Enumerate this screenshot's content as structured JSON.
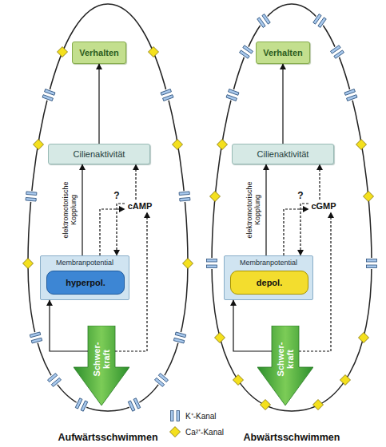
{
  "diagram": {
    "nodes": [
      {
        "text": [
          "Verhalten"
        ]
      },
      {
        "text": [
          "Cilienaktivität"
        ]
      },
      {
        "text": [
          "cAMP"
        ]
      },
      {
        "text": [
          "Membranpotential"
        ]
      },
      {
        "text": [
          "hyperpol."
        ],
        "in": 3
      },
      {
        "text": [
          "Schwer- kraft"
        ]
      },
      {
        "text": [
          "Verhalten"
        ]
      },
      {
        "text": [
          "Cilienaktivität"
        ]
      },
      {
        "text": [
          "cGMP"
        ]
      },
      {
        "text": [
          "Membranpotential"
        ]
      },
      {
        "text": [
          "depol."
        ],
        "in": 9
      },
      {
        "text": [
          "Schwer- kraft"
        ]
      }
    ],
    "edges": [
      {
        "from": 1,
        "to": 0,
        "arrow": "to"
      },
      {
        "from": 3,
        "to": 1,
        "label": "elektromotorische Kopplung",
        "arrow": "to"
      },
      {
        "from": 2,
        "to": 1,
        "arrow": "to"
      },
      {
        "from": 2,
        "to": 3,
        "label": "?",
        "arrow": "to"
      },
      {
        "from": 3,
        "to": 2,
        "arrow": "to"
      },
      {
        "from": 5,
        "to": 3,
        "arrow": "to"
      },
      {
        "from": 5,
        "to": 2,
        "arrow": "to"
      },
      {
        "from": 7,
        "to": 6,
        "arrow": "to"
      },
      {
        "from": 9,
        "to": 7,
        "label": "elektromotorische Kopplung",
        "arrow": "to"
      },
      {
        "from": 8,
        "to": 7,
        "arrow": "to"
      },
      {
        "from": 8,
        "to": 9,
        "label": "?",
        "arrow": "to"
      },
      {
        "from": 9,
        "to": 8,
        "arrow": "to"
      },
      {
        "from": 11,
        "to": 9,
        "arrow": "to"
      },
      {
        "from": 11,
        "to": 8,
        "arrow": "to"
      }
    ],
    "labels": [
      "Aufwärtsschwimmen",
      "Abwärtsschwimmen"
    ],
    "legend": [
      {
        "text": "K⁺-Kanal"
      },
      {
        "text": "Ca²⁺-Kanal"
      }
    ]
  }
}
